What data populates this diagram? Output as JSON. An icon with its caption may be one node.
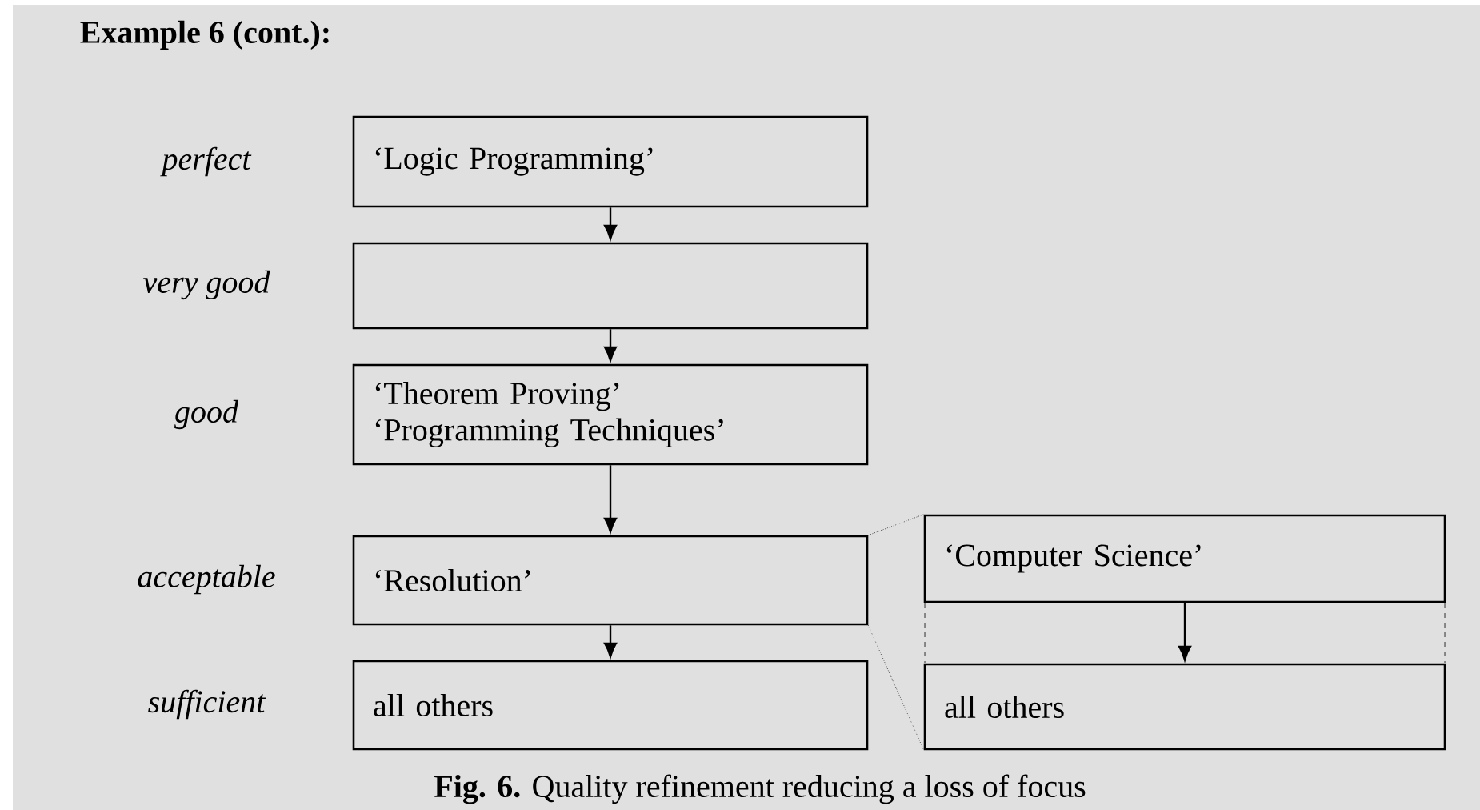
{
  "diagram": {
    "title": "Example 6 (cont.):",
    "caption": "**Fig. 6.** Quality refinement reducing a loss of focus",
    "nodes": [
      {
        "text": [
          "‘Logic Programming’"
        ]
      },
      {
        "text": [],
        "shape": "box"
      },
      {
        "text": [
          "‘Theorem Proving’",
          "‘Programming Techniques’"
        ]
      },
      {
        "text": [
          "‘Resolution’"
        ]
      },
      {
        "text": [
          "all others"
        ]
      },
      {
        "text": [
          "‘Computer Science’"
        ]
      },
      {
        "text": [
          "all others"
        ]
      }
    ],
    "edges": [
      {
        "from": 0,
        "to": 1,
        "arrow": "to"
      },
      {
        "from": 1,
        "to": 2,
        "arrow": "to"
      },
      {
        "from": 2,
        "to": 3,
        "arrow": "to"
      },
      {
        "from": 3,
        "to": 4,
        "arrow": "to"
      },
      {
        "from": 5,
        "to": 6,
        "arrow": "to"
      },
      {
        "from": 3,
        "to": 5,
        "arrow": "none",
        "style": "dashed"
      },
      {
        "from": 3,
        "to": 6,
        "arrow": "none",
        "style": "dashed"
      }
    ],
    "labels": [
      "perfect",
      "very good",
      "good",
      "acceptable",
      "sufficient"
    ]
  }
}
